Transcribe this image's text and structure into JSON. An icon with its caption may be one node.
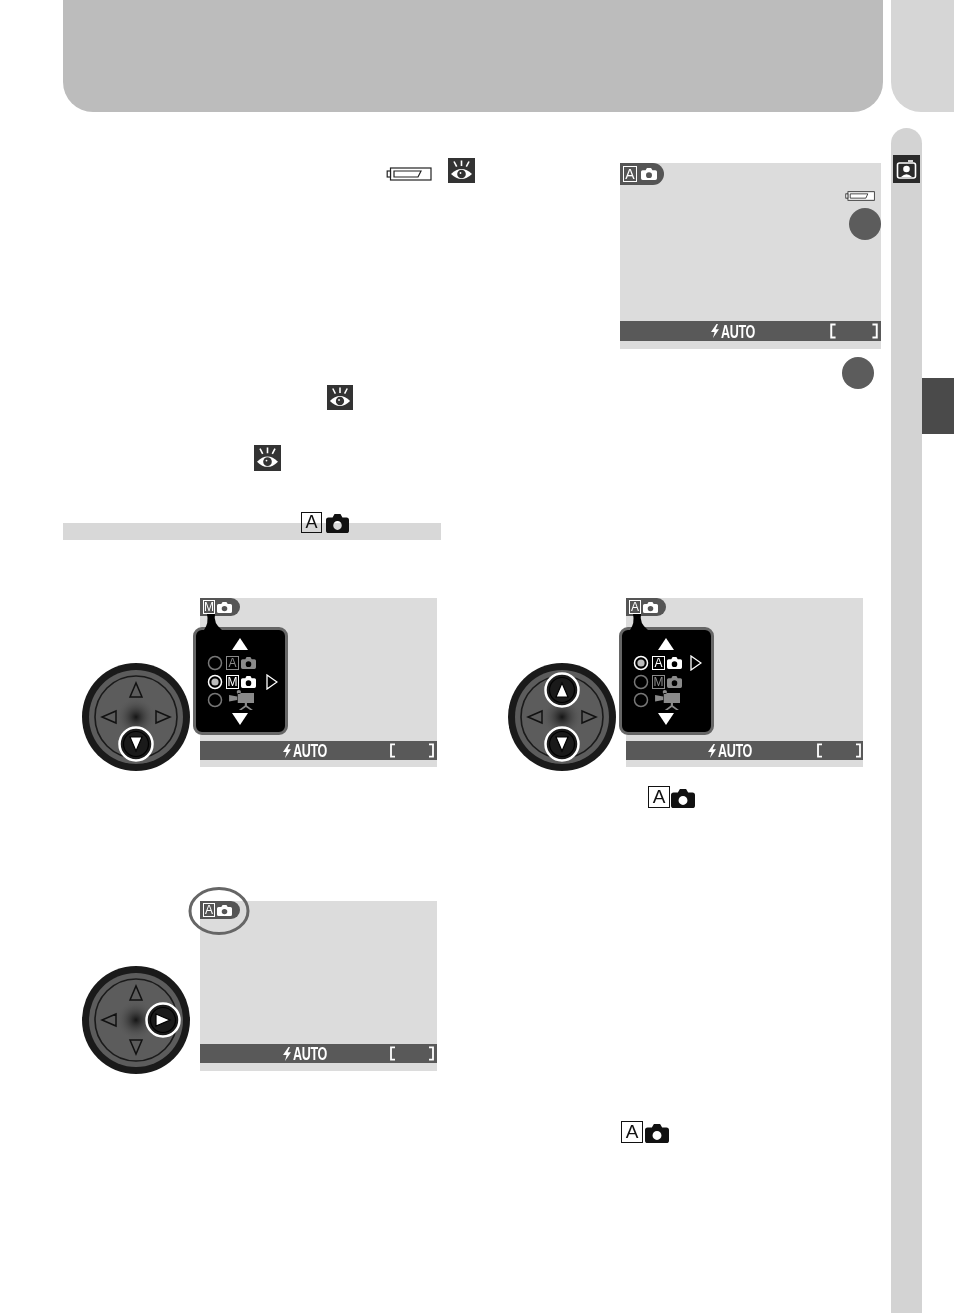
{
  "diagram": {
    "nodes": [
      {
        "text": [],
        "shape": "box"
      },
      {
        "text": [
          "AUTO"
        ]
      },
      {
        "text": [
          "A"
        ],
        "in": 1
      },
      {
        "text": [],
        "shape": "bar"
      },
      {
        "text": [
          "AUTO"
        ]
      },
      {
        "text": [
          "M"
        ],
        "in": 4
      },
      {
        "text": [
          "A",
          "M"
        ]
      },
      {
        "text": [
          "AUTO"
        ]
      },
      {
        "text": [
          "A"
        ],
        "in": 7
      },
      {
        "text": [
          "A",
          "M"
        ]
      },
      {
        "text": [
          "AUTO"
        ]
      },
      {
        "text": [
          "A"
        ],
        "in": 10
      }
    ],
    "labels": [
      "A",
      "A",
      "A"
    ]
  }
}
